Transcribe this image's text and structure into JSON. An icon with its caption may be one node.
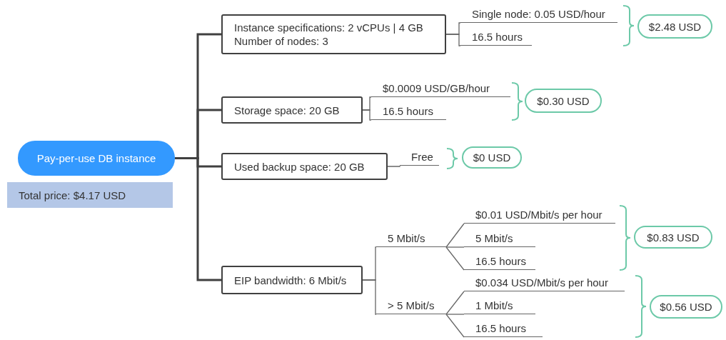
{
  "diagram": {
    "nodes": [
      {
        "text": [
          "Pay-per-use DB instance"
        ]
      },
      {
        "text": [
          "Total price: $4.17 USD"
        ]
      },
      {
        "text": [
          "Instance specifications: 2 vCPUs | 4 GB",
          "Number of nodes: 3"
        ]
      },
      {
        "text": [
          "Storage space: 20 GB"
        ]
      },
      {
        "text": [
          "Used backup space: 20 GB"
        ]
      },
      {
        "text": [
          "EIP bandwidth: 6 Mbit/s"
        ]
      },
      {
        "text": [
          "Single node: 0.05 USD/hour"
        ]
      },
      {
        "text": [
          "16.5 hours"
        ]
      },
      {
        "text": [
          "$2.48 USD"
        ]
      },
      {
        "text": [
          "$0.0009 USD/GB/hour"
        ]
      },
      {
        "text": [
          "16.5 hours"
        ]
      },
      {
        "text": [
          "$0.30 USD"
        ]
      },
      {
        "text": [
          "Free"
        ]
      },
      {
        "text": [
          "$0 USD"
        ]
      },
      {
        "text": [
          "5 Mbit/s"
        ]
      },
      {
        "text": [
          "$0.01 USD/Mbit/s per hour"
        ]
      },
      {
        "text": [
          "5 Mbit/s"
        ]
      },
      {
        "text": [
          "16.5 hours"
        ]
      },
      {
        "text": [
          "$0.83 USD"
        ]
      },
      {
        "text": [
          "> 5 Mbit/s"
        ]
      },
      {
        "text": [
          "$0.034 USD/Mbit/s per hour"
        ]
      },
      {
        "text": [
          "1 Mbit/s"
        ]
      },
      {
        "text": [
          "16.5 hours"
        ]
      },
      {
        "text": [
          "$0.56 USD"
        ]
      }
    ],
    "edges": [
      {
        "from": 0,
        "to": 2,
        "arrow": "none",
        "style": "thick"
      },
      {
        "from": 0,
        "to": 3,
        "arrow": "none",
        "style": "thick"
      },
      {
        "from": 0,
        "to": 4,
        "arrow": "none",
        "style": "thick"
      },
      {
        "from": 0,
        "to": 5,
        "arrow": "none",
        "style": "thick"
      },
      {
        "from": 2,
        "to": 6,
        "arrow": "none"
      },
      {
        "from": 2,
        "to": 7,
        "arrow": "none"
      },
      {
        "from": 3,
        "to": 9,
        "arrow": "none"
      },
      {
        "from": 3,
        "to": 10,
        "arrow": "none"
      },
      {
        "from": 4,
        "to": 12,
        "arrow": "none"
      },
      {
        "from": 5,
        "to": 14,
        "arrow": "none"
      },
      {
        "from": 5,
        "to": 19,
        "arrow": "none"
      },
      {
        "from": 14,
        "to": 15,
        "arrow": "none"
      },
      {
        "from": 14,
        "to": 16,
        "arrow": "none"
      },
      {
        "from": 14,
        "to": 17,
        "arrow": "none"
      },
      {
        "from": 19,
        "to": 20,
        "arrow": "none"
      },
      {
        "from": 19,
        "to": 21,
        "arrow": "none"
      },
      {
        "from": 19,
        "to": 22,
        "arrow": "none"
      }
    ]
  }
}
